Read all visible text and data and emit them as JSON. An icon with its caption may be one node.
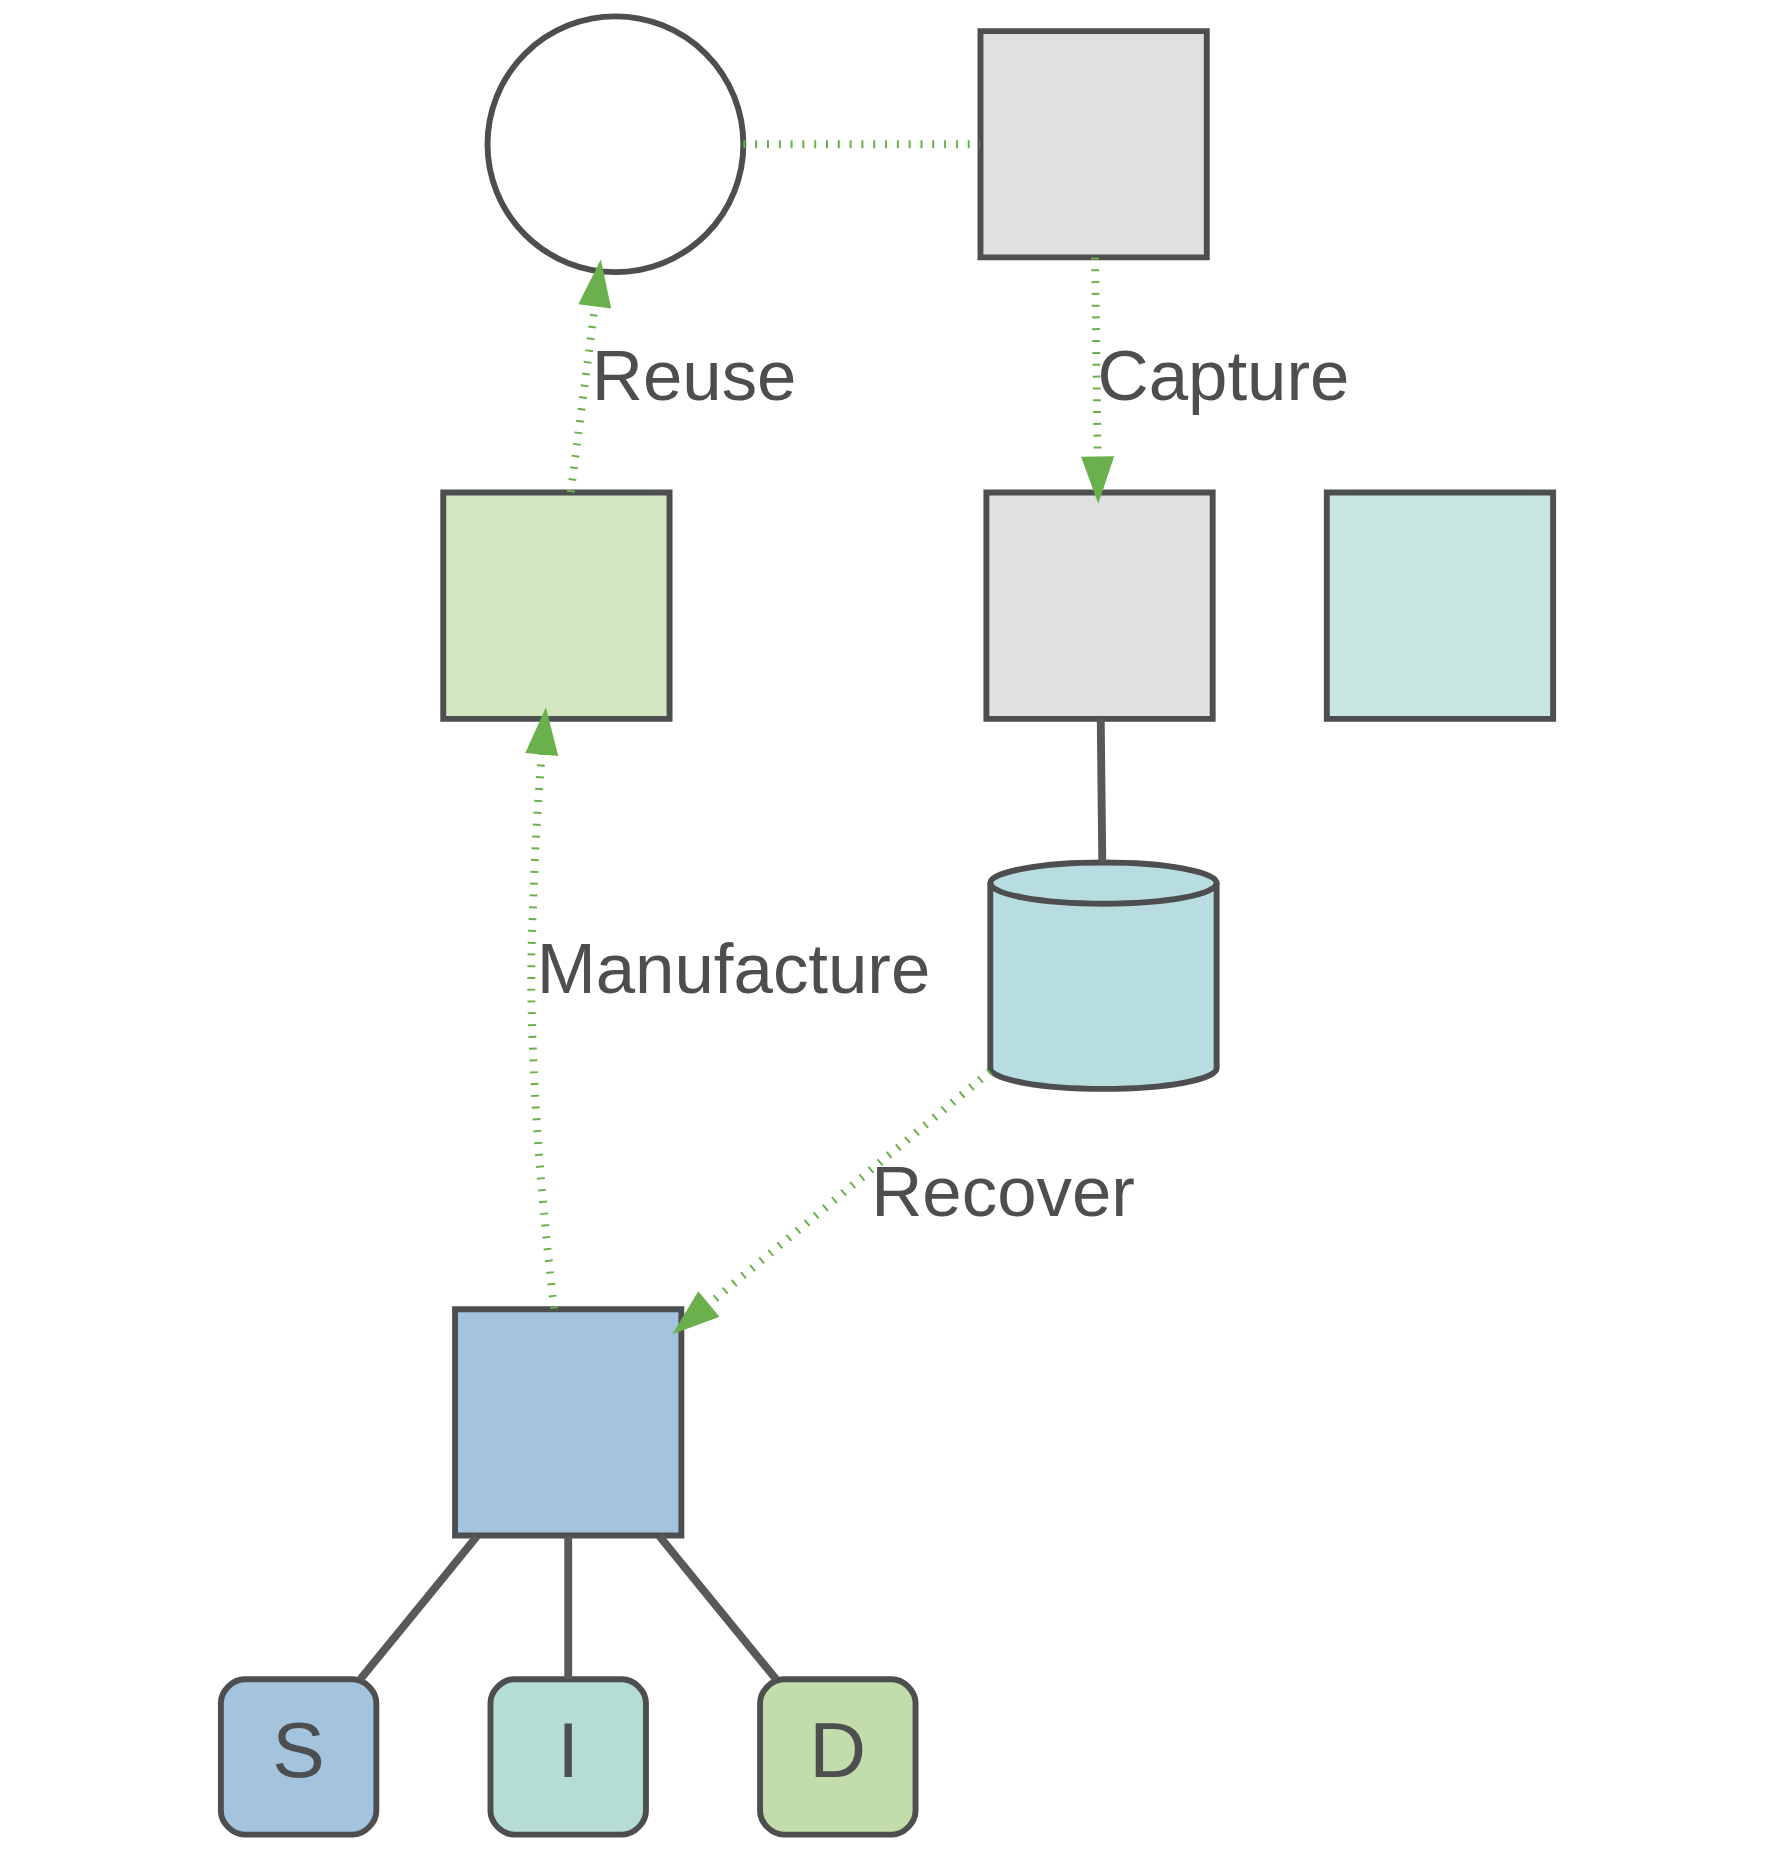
{
  "diagram": {
    "nodes": [
      {
        "text": [],
        "shape": "circle"
      },
      {
        "text": [],
        "shape": "box"
      },
      {
        "text": [],
        "shape": "box"
      },
      {
        "text": [],
        "shape": "cylinder"
      },
      {
        "text": [],
        "shape": "box"
      },
      {
        "text": [
          "S"
        ]
      },
      {
        "text": [
          "I"
        ]
      },
      {
        "text": [
          "D"
        ]
      },
      {
        "text": [],
        "shape": "box"
      },
      {
        "text": [],
        "shape": "box"
      }
    ],
    "edges": [
      {
        "from": 0,
        "to": 1,
        "arrow": "none",
        "style": "dashed"
      },
      {
        "from": 1,
        "to": 2,
        "arrow": "to",
        "label": "Capture",
        "style": "dashed"
      },
      {
        "from": 2,
        "to": 3,
        "arrow": "none",
        "color": "#58595b"
      },
      {
        "from": 3,
        "to": 4,
        "arrow": "to",
        "label": "Recover",
        "style": "dashed"
      },
      {
        "from": 4,
        "to": 5,
        "arrow": "none",
        "color": "#58595b"
      },
      {
        "from": 4,
        "to": 6,
        "arrow": "none",
        "color": "#58595b"
      },
      {
        "from": 4,
        "to": 7,
        "arrow": "none",
        "color": "#58595b"
      },
      {
        "from": 4,
        "to": 8,
        "arrow": "to",
        "label": "Manufacture",
        "style": "dashed"
      },
      {
        "from": 8,
        "to": 0,
        "arrow": "to",
        "label": "Reuse",
        "style": "dashed"
      }
    ]
  }
}
